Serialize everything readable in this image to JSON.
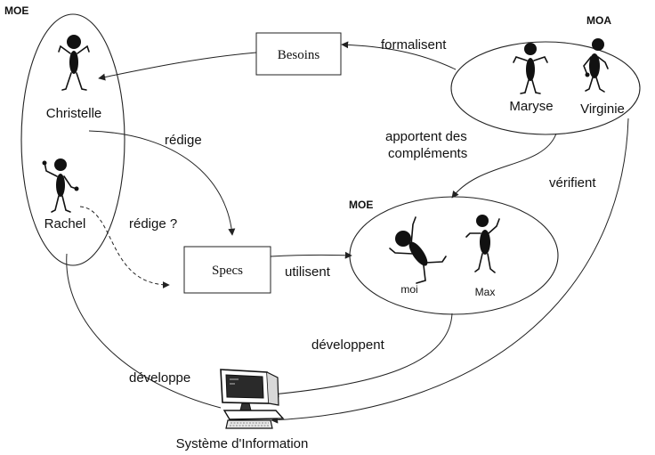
{
  "groups": {
    "moe_left": "MOE",
    "moa": "MOA",
    "moe_center": "MOE"
  },
  "boxes": {
    "besoins": "Besoins",
    "specs": "Specs"
  },
  "people": {
    "christelle": "Christelle",
    "rachel": "Rachel",
    "maryse": "Maryse",
    "virginie": "Virginie",
    "moi": "moi",
    "max": "Max"
  },
  "edges": {
    "formalisent": "formalisent",
    "redige": "rédige",
    "redige_q": "rédige ?",
    "apportent_1": "apportent des",
    "apportent_2": "compléments",
    "verifient": "vérifient",
    "utilisent": "utilisent",
    "developpent": "développent",
    "developpe": "développe"
  },
  "system": {
    "label": "Système d'Information"
  },
  "icons": [
    "stick-figure-icon",
    "computer-icon",
    "arrowhead"
  ]
}
